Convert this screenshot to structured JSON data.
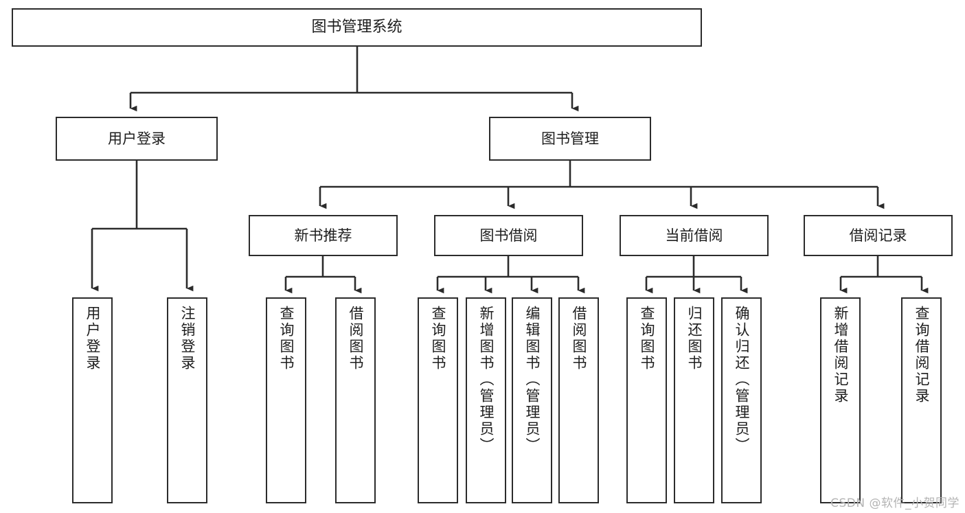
{
  "diagram": {
    "type": "tree-hierarchy-chart",
    "title": "图书管理系统",
    "stroke_color": "#2b2b2b",
    "background_color": "#ffffff",
    "text_color": "#1d1d1d",
    "levels": {
      "root": {
        "id": "root",
        "label": "图书管理系统"
      },
      "level2": [
        {
          "id": "user-login",
          "label": "用户登录"
        },
        {
          "id": "book-manage",
          "label": "图书管理"
        }
      ],
      "level3": [
        {
          "id": "new-book-recommend",
          "label": "新书推荐"
        },
        {
          "id": "book-borrow",
          "label": "图书借阅"
        },
        {
          "id": "current-borrow",
          "label": "当前借阅"
        },
        {
          "id": "borrow-record",
          "label": "借阅记录"
        }
      ],
      "leaves": [
        {
          "id": "leaf-user-login",
          "label": "用户登录",
          "parent": "user-login"
        },
        {
          "id": "leaf-logout-login",
          "label": "注销登录",
          "parent": "user-login"
        },
        {
          "id": "leaf-query-book-1",
          "label": "查询图书",
          "parent": "new-book-recommend"
        },
        {
          "id": "leaf-borrow-book-1",
          "label": "借阅图书",
          "parent": "new-book-recommend"
        },
        {
          "id": "leaf-query-book-2",
          "label": "查询图书",
          "parent": "book-borrow"
        },
        {
          "id": "leaf-add-book",
          "label": "新增图书（管理员）",
          "parent": "book-borrow"
        },
        {
          "id": "leaf-edit-book",
          "label": "编辑图书（管理员）",
          "parent": "book-borrow"
        },
        {
          "id": "leaf-borrow-book-2",
          "label": "借阅图书",
          "parent": "book-borrow"
        },
        {
          "id": "leaf-query-book-3",
          "label": "查询图书",
          "parent": "current-borrow"
        },
        {
          "id": "leaf-return-book",
          "label": "归还图书",
          "parent": "current-borrow"
        },
        {
          "id": "leaf-confirm-return",
          "label": "确认归还（管理员）",
          "parent": "current-borrow"
        },
        {
          "id": "leaf-add-record",
          "label": "新增借阅记录",
          "parent": "borrow-record"
        },
        {
          "id": "leaf-query-record",
          "label": "查询借阅记录",
          "parent": "borrow-record"
        }
      ]
    }
  },
  "watermark": {
    "text": "CSDN @软件_小贺同学"
  }
}
